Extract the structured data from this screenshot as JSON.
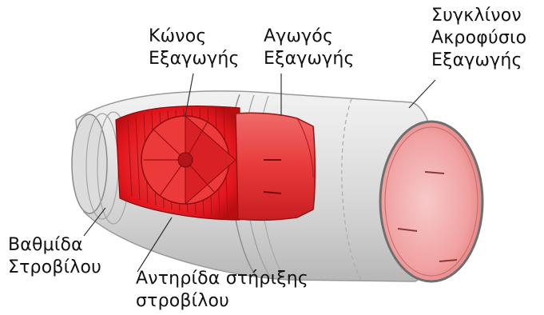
{
  "labels": {
    "exhaust_cone": [
      "Κώνος",
      "Εξαγωγής"
    ],
    "exhaust_duct": [
      "Αγωγός",
      "Εξαγωγής"
    ],
    "convergent_nozzle": [
      "Συγκλίνον",
      "Ακροφύσιο",
      "Εξαγωγής"
    ],
    "turbine_stage": [
      "Βαθμίδα",
      "Στροβίλου"
    ],
    "turbine_support": [
      "Αντηρίδα στήριξης",
      "στροβίλου"
    ]
  },
  "colors": {
    "turbine_red": "#e3242b",
    "duct_red": "#ee4a4a",
    "nozzle_pink": "#f2a3a3",
    "casing_grey": "#d9d9d9",
    "leader_line": "#333333"
  }
}
